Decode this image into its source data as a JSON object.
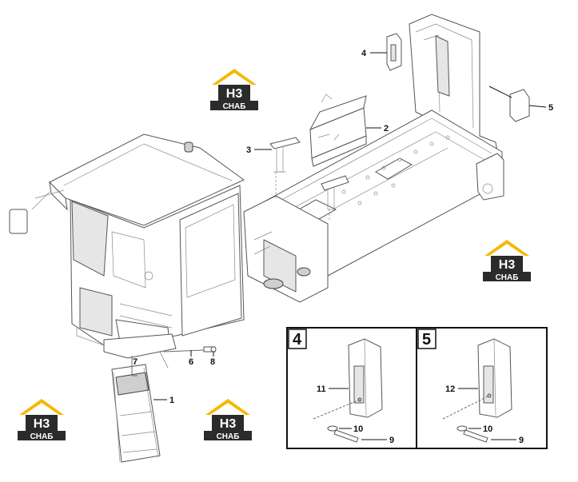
{
  "callouts": [
    "1",
    "2",
    "3",
    "4",
    "5",
    "6",
    "7",
    "8"
  ],
  "detail_box_4": {
    "title": "4",
    "labels": [
      "11",
      "10",
      "9"
    ]
  },
  "detail_box_5": {
    "title": "5",
    "labels": [
      "12",
      "10",
      "9"
    ]
  },
  "watermark": {
    "letters": "H3",
    "text": "СНАБ"
  },
  "colors": {
    "logo_yellow": "#f5b800",
    "logo_dark": "#2b2b2b",
    "line_gray": "#6b6b6b"
  }
}
